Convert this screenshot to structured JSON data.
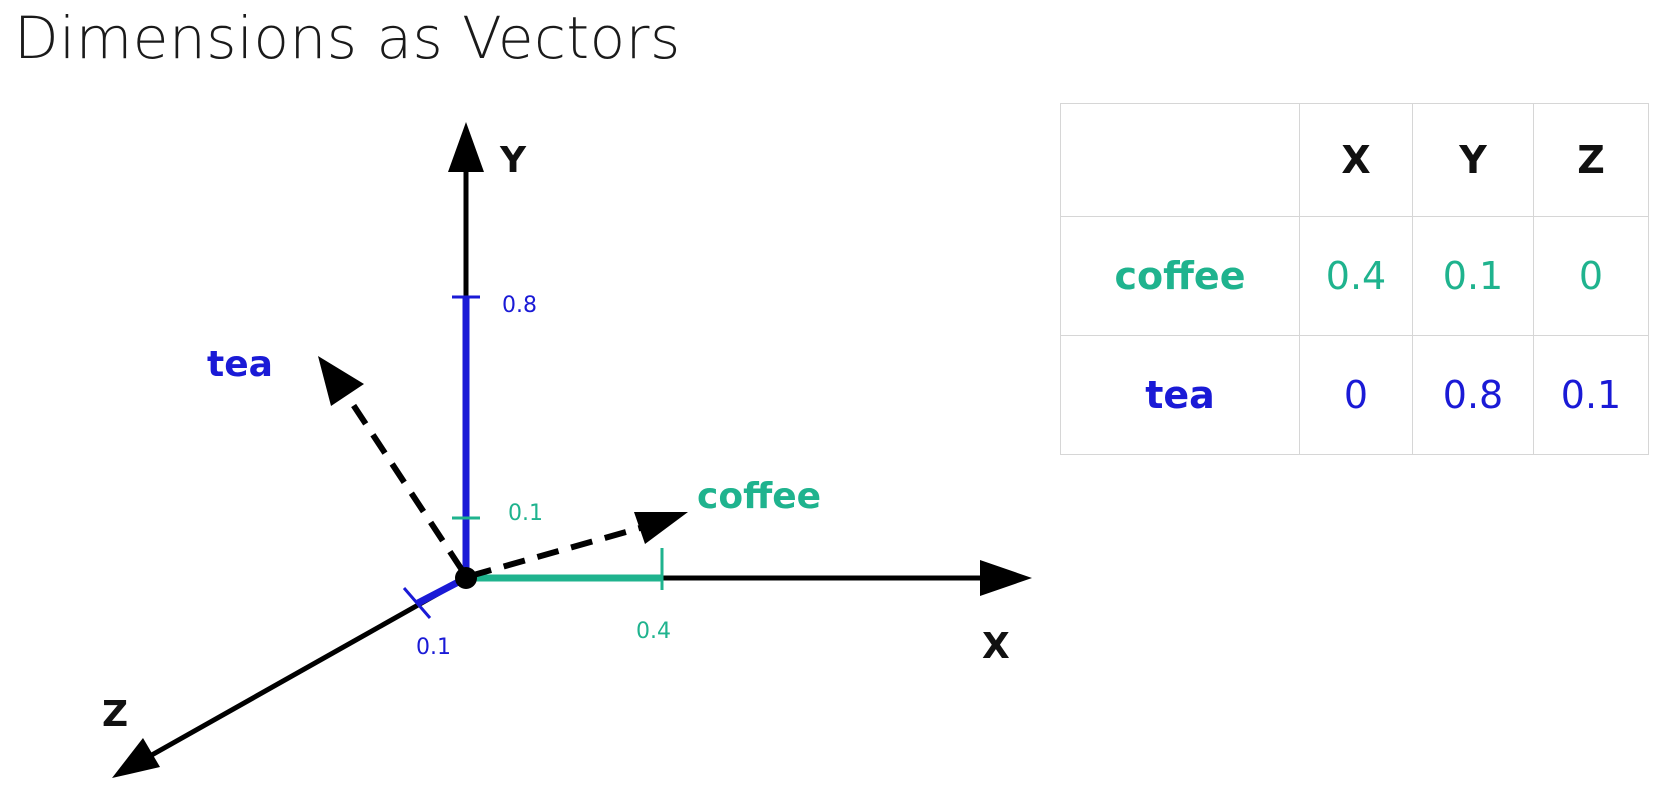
{
  "title": "Dimensions as Vectors",
  "colors": {
    "coffee": "#1fb38e",
    "tea": "#1a1ad6",
    "axis": "#000000"
  },
  "diagram": {
    "axes": {
      "x_label": "X",
      "y_label": "Y",
      "z_label": "Z"
    },
    "ticks": {
      "y_tea": "0.8",
      "y_coffee": "0.1",
      "x_coffee": "0.4",
      "z_tea": "0.1"
    },
    "vectors": {
      "tea_label": "tea",
      "coffee_label": "coffee"
    }
  },
  "table": {
    "headers": [
      "",
      "X",
      "Y",
      "Z"
    ],
    "rows": [
      {
        "name": "coffee",
        "values": [
          "0.4",
          "0.1",
          "0"
        ]
      },
      {
        "name": "tea",
        "values": [
          "0",
          "0.8",
          "0.1"
        ]
      }
    ]
  }
}
